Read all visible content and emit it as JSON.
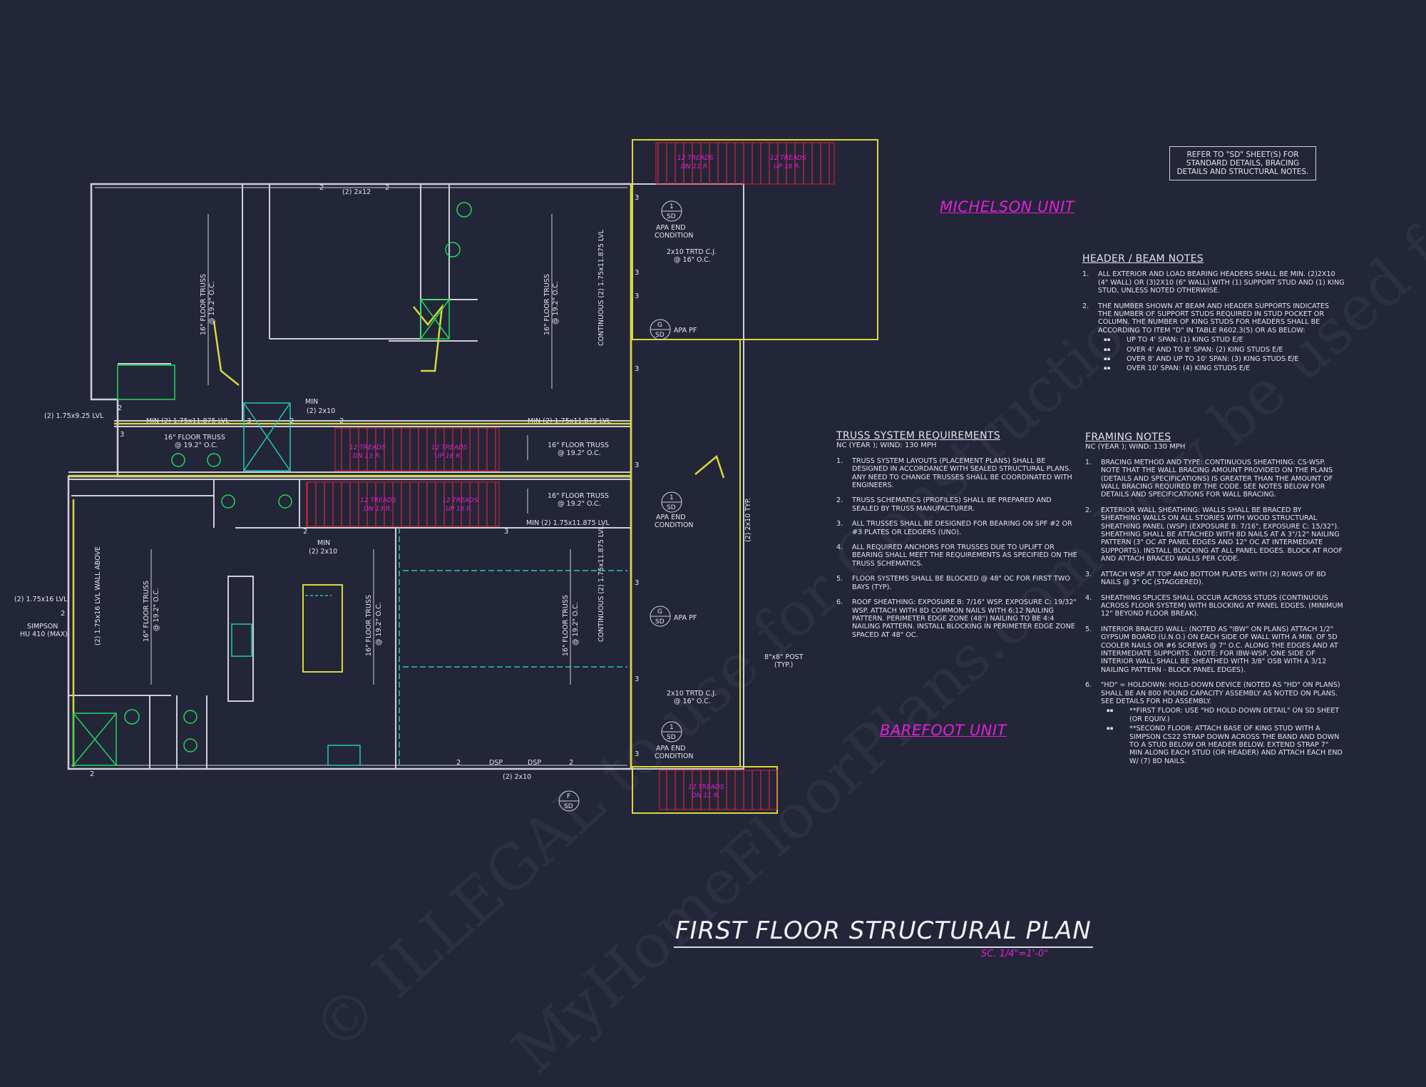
{
  "sheet_title": "FIRST FLOOR STRUCTURAL PLAN",
  "scale": "SC. 1/4\"=1'-0\"",
  "units": {
    "upper": "MICHELSON UNIT",
    "lower": "BAREFOOT UNIT"
  },
  "refer_note": "REFER TO \"SD\" SHEET(S) FOR STANDARD DETAILS, BRACING DETAILS AND STRUCTURAL NOTES.",
  "watermark": [
    "© ILLEGAL to use for Construction",
    "MyHomeFloorPlans.com May be used for Estimation"
  ],
  "colors": {
    "background": "#232638",
    "walls": "#cfcfd8",
    "headers": "#d8d83a",
    "stairs": "#e21f3a",
    "labels": "#e21fd8",
    "fixtures": "#22c8b8"
  },
  "plan": {
    "truss_label": "16\" FLOOR TRUSS",
    "truss_spacing": "@ 19.2\" O.C.",
    "lvl_upper": "MIN (2) 1.75x11.875 LVL",
    "lvl_lower": "MIN (2) 1.75x11.875 LVL",
    "lvl_left_upper": "(2) 1.75x9.25 LVL",
    "lvl_left_lower": "(2) 1.75x16 LVL",
    "simpson": "SIMPSON",
    "hu": "HU 410 (MAX)",
    "wall_above": "(2) 1.75x16 LVL WALL ABOVE",
    "header_2x12": "(2) 2x12",
    "header_2x10": "(2) 2x10",
    "min": "MIN",
    "continuous_lvl": "CONTINUOUS (2) 1.75x11.875 LVL",
    "trtd_cj": "2x10 TRTD C.J.",
    "trtd_spacing": "@ 16\" O.C.",
    "apa_end": "APA END",
    "condition": "CONDITION",
    "apa_pf": "APA PF",
    "sd": "SD",
    "detail_1": "1",
    "detail_g": "G",
    "detail_f": "F",
    "post": "8\"x8\" POST",
    "typ": "(TYP.)",
    "deck_typ": "(2) 2x10 TYP.",
    "dsp": "DSP",
    "treads_dn": "12 TREADS",
    "dn": "DN 13 R.",
    "treads_up": "12 TREADS",
    "up": "UP 16 R.",
    "dn_r": "DN 11 R.",
    "num_2": "2",
    "num_3": "3"
  },
  "header_beam_notes": {
    "title": "HEADER / BEAM NOTES",
    "items": [
      {
        "n": "1.",
        "text": "ALL EXTERIOR AND LOAD BEARING HEADERS SHALL BE MIN. (2)2x10 (4\" WALL) OR (3)2x10 (6\" WALL) WITH (1) SUPPORT STUD AND (1) KING STUD, UNLESS NOTED OTHERWISE."
      },
      {
        "n": "2.",
        "text": "THE NUMBER SHOWN AT BEAM AND HEADER SUPPORTS INDICATES THE NUMBER OF SUPPORT STUDS REQUIRED IN STUD POCKET OR COLUMN. THE NUMBER OF KING STUDS FOR HEADERS SHALL BE ACCORDING TO ITEM \"d\" IN TABLE R602.3(5) OR AS BELOW:"
      }
    ],
    "bullets": [
      "UP TO 4' SPAN: (1) KING STUD E/E",
      "OVER 4' AND TO 8' SPAN: (2) KING STUDS E/E",
      "OVER 8' AND UP TO 10' SPAN: (3) KING STUDS E/E",
      "OVER 10' SPAN: (4) KING STUDS E/E"
    ]
  },
  "truss_requirements": {
    "title": "TRUSS SYSTEM REQUIREMENTS",
    "subtitle": "NC (YEAR ); Wind: 130 mph",
    "items": [
      {
        "n": "1.",
        "text": "TRUSS SYSTEM LAYOUTS (PLACEMENT PLANS) SHALL BE DESIGNED IN ACCORDANCE WITH SEALED STRUCTURAL PLANS. ANY NEED TO CHANGE TRUSSES SHALL BE COORDINATED WITH ENGINEERS."
      },
      {
        "n": "2.",
        "text": "TRUSS SCHEMATICS (PROFILES) SHALL BE PREPARED AND SEALED BY TRUSS MANUFACTURER."
      },
      {
        "n": "3.",
        "text": "ALL TRUSSES SHALL BE DESIGNED FOR BEARING ON SPF #2 OR #3 PLATES OR LEDGERS (UNO)."
      },
      {
        "n": "4.",
        "text": "ALL REQUIRED ANCHORS FOR TRUSSES DUE TO UPLIFT OR BEARING SHALL MEET THE REQUIREMENTS AS SPECIFIED ON THE TRUSS SCHEMATICS."
      },
      {
        "n": "5.",
        "text": "FLOOR SYSTEMS SHALL BE BLOCKED @ 48\" OC FOR FIRST TWO BAYS (TYP)."
      },
      {
        "n": "6.",
        "text": "ROOF SHEATHING: EXPOSURE B: 7/16\" WSP. EXPOSURE C: 19/32\" WSP. ATTACH WITH 8d COMMON NAILS WITH 6:12 NAILING PATTERN. PERIMETER EDGE ZONE (48\") NAILING TO BE 4:4 NAILING PATTERN. INSTALL BLOCKING IN PERIMETER EDGE ZONE SPACED AT 48\" OC."
      }
    ]
  },
  "framing_notes": {
    "title": "FRAMING NOTES",
    "subtitle": "NC (YEAR ); Wind: 130 mph",
    "items": [
      {
        "n": "1.",
        "text": "BRACING METHOD AND TYPE: CONTINUOUS SHEATHING: CS-WSP. NOTE THAT THE WALL BRACING AMOUNT PROVIDED ON THE PLANS (DETAILS AND SPECIFICATIONS) IS GREATER THAN THE AMOUNT OF WALL BRACING REQUIRED BY THE CODE. SEE NOTES BELOW FOR DETAILS AND SPECIFICATIONS FOR WALL BRACING."
      },
      {
        "n": "2.",
        "text": "EXTERIOR WALL SHEATHING: WALLS SHALL BE BRACED BY SHEATHING WALLS ON ALL STORIES WITH WOOD STRUCTURAL SHEATHING PANEL (WSP) (EXPOSURE B: 7/16\", EXPOSURE C: 15/32\"). SHEATHING SHALL BE ATTACHED WITH 8d NAILS AT A 3\"/12\" NAILING PATTERN (3\" OC AT PANEL EDGES AND 12\" OC AT INTERMEDIATE SUPPORTS). INSTALL BLOCKING AT ALL PANEL EDGES. BLOCK AT ROOF AND ATTACH BRACED WALLS PER CODE."
      },
      {
        "n": "3.",
        "text": "ATTACH WSP AT TOP AND BOTTOM PLATES WITH (2) ROWS OF 8d NAILS @ 3\" OC (STAGGERED)."
      },
      {
        "n": "4.",
        "text": "SHEATHING SPLICES SHALL OCCUR ACROSS STUDS (CONTINUOUS ACROSS FLOOR SYSTEM) WITH BLOCKING AT PANEL EDGES. (MINIMUM 12\" BEYOND FLOOR BREAK)."
      },
      {
        "n": "5.",
        "text": "INTERIOR BRACED WALL: (NOTED AS \"IBW\" ON PLANS) ATTACH 1/2\" GYPSUM BOARD (U.N.O.) ON EACH SIDE OF WALL WITH A MIN. OF 5d COOLER NAILS OR #6 SCREWS @ 7\" O.C. ALONG THE EDGES AND AT INTERMEDIATE SUPPORTS. (NOTE: FOR IBW-WSP, ONE SIDE OF INTERIOR WALL SHALL BE SHEATHED WITH 3/8\" OSB WITH A 3/12 NAILING PATTERN - BLOCK PANEL EDGES)."
      },
      {
        "n": "6.",
        "text": "\"HD\" = HOLDOWN: HOLD-DOWN DEVICE (NOTED AS \"HD\" ON PLANS) SHALL BE AN 800 POUND CAPACITY ASSEMBLY AS NOTED ON PLANS. SEE DETAILS FOR HD ASSEMBLY."
      }
    ],
    "bullets": [
      "**FIRST FLOOR: USE \"HD HOLD-DOWN DETAIL\" ON SD SHEET (OR EQUIV.)",
      "**SECOND FLOOR: ATTACH BASE OF KING STUD WITH A SIMPSON CS22 STRAP DOWN ACROSS THE BAND AND DOWN TO A STUD BELOW OR HEADER BELOW. EXTEND STRAP 7\" MIN ALONG EACH STUD (OR HEADER) AND ATTACH EACH END W/ (7) 8d NAILS."
    ]
  }
}
